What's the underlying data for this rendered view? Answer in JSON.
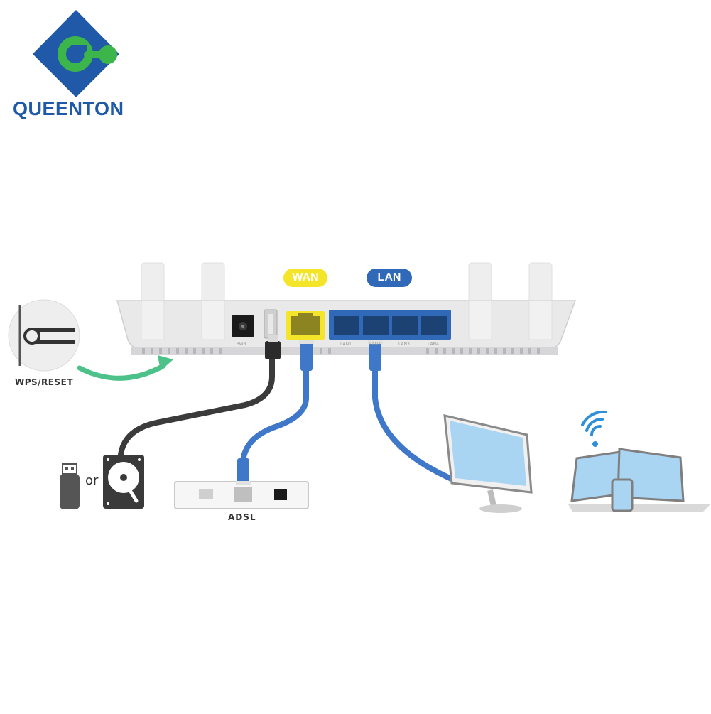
{
  "brand": {
    "name": "QUEENTON"
  },
  "router": {
    "wan_label": "WAN",
    "lan_label": "LAN",
    "power_port_label": "PWR",
    "lan_port_labels": [
      "LAN1",
      "LAN2",
      "LAN3",
      "LAN4"
    ]
  },
  "labels": {
    "wps_reset": "WPS/RESET",
    "adsl": "ADSL",
    "or": "or"
  },
  "colors": {
    "brand_blue": "#1f59a8",
    "brand_green": "#3cb54a",
    "wan_yellow": "#f5e52a",
    "lan_blue": "#2f69b8",
    "cable_blue": "#3f77c9",
    "screen_blue": "#a9d4f2",
    "arrow_green": "#4cc28a"
  },
  "icons": [
    "queenton-logo-icon",
    "wps-reset-button-icon",
    "usb-drive-icon",
    "hard-disk-icon",
    "monitor-icon",
    "laptop-icon",
    "phone-icon",
    "wifi-icon",
    "adsl-modem-icon"
  ]
}
